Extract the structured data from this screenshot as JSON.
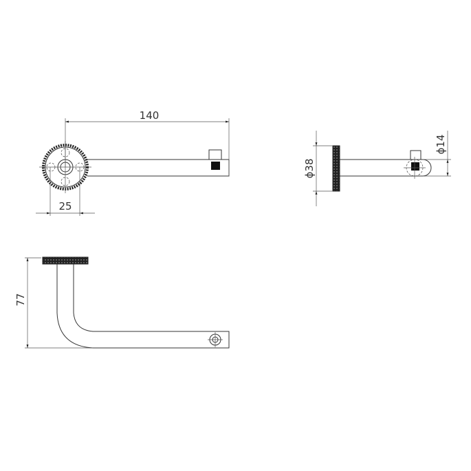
{
  "dimensions": {
    "length": "140",
    "mount_spacing": "25",
    "plate_diameter": "ϕ38",
    "bar_diameter": "ϕ14",
    "height": "77"
  },
  "colors": {
    "line": "#333333",
    "background": "#ffffff"
  }
}
